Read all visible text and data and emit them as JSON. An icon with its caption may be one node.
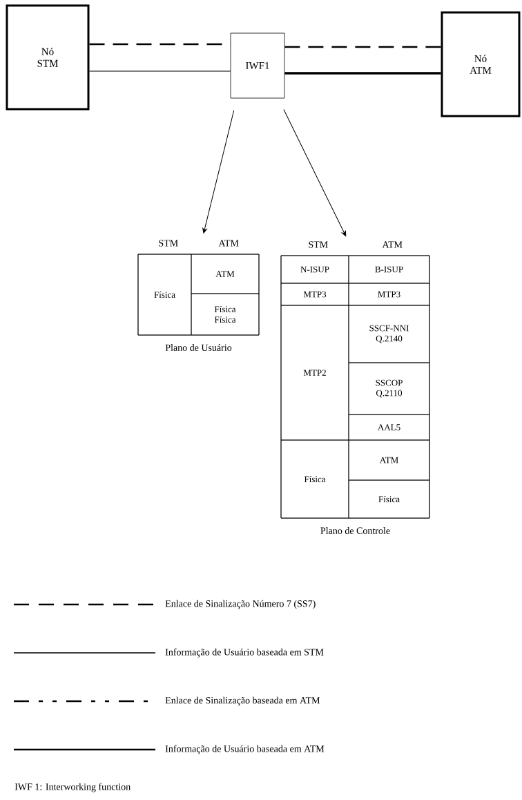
{
  "diagram": {
    "nodes": [
      {
        "text": [
          "Nó STM"
        ]
      },
      {
        "text": [
          "IWF1"
        ]
      },
      {
        "text": [
          "Nó ATM"
        ]
      },
      {
        "text": [
          "STM",
          "ATM"
        ],
        "beside": [
          "Plano de Usuário"
        ]
      },
      {
        "text": [
          "Física"
        ],
        "in": 3
      },
      {
        "text": [
          "ATM"
        ],
        "in": 3
      },
      {
        "text": [
          "Física",
          "Física"
        ],
        "in": 3
      },
      {
        "text": [
          "STM",
          "ATM"
        ],
        "beside": [
          "Plano de Controle"
        ]
      },
      {
        "text": [
          "N-ISUP"
        ],
        "in": 7
      },
      {
        "text": [
          "B-ISUP"
        ],
        "in": 7
      },
      {
        "text": [
          "MTP3"
        ],
        "in": 7
      },
      {
        "text": [
          "MTP3"
        ],
        "in": 7
      },
      {
        "text": [
          "MTP2"
        ],
        "in": 7
      },
      {
        "text": [
          "SSCF-NNI Q.2140"
        ],
        "in": 7
      },
      {
        "text": [
          "SSCOP Q.2110"
        ],
        "in": 7
      },
      {
        "text": [
          "AAL5"
        ],
        "in": 7
      },
      {
        "text": [
          "Física"
        ],
        "in": 7
      },
      {
        "text": [
          "ATM"
        ],
        "in": 7
      },
      {
        "text": [
          "Física"
        ],
        "in": 7
      }
    ],
    "edges": [
      {
        "from": 0,
        "to": 1,
        "arrow": "none",
        "style": "dashed"
      },
      {
        "from": 0,
        "to": 1,
        "arrow": "none"
      },
      {
        "from": 1,
        "to": 2,
        "arrow": "none",
        "style": "dashed"
      },
      {
        "from": 1,
        "to": 2,
        "arrow": "none",
        "style": "thick"
      },
      {
        "from": 1,
        "to": 3,
        "arrow": "to"
      },
      {
        "from": 1,
        "to": 7,
        "arrow": "to"
      }
    ],
    "labels": [
      "IWF 1: Interworking function"
    ],
    "legend": [
      {
        "text": "Enlace de Sinalização Número 7 (SS7)"
      },
      {
        "text": "Informação de Usuário baseada em STM"
      },
      {
        "text": "Enlace de Sinalização baseada em ATM"
      },
      {
        "text": "Informação de Usuário baseada em ATM"
      }
    ]
  }
}
